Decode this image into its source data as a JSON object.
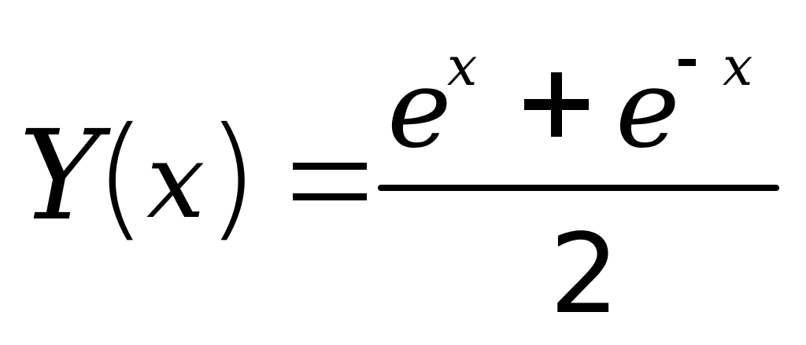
{
  "formula": {
    "lhs": {
      "function": "Y",
      "open_paren": "(",
      "argument": "x",
      "close_paren": ")"
    },
    "relation": "=",
    "numerator": {
      "term1_base": "e",
      "term1_exponent": "x",
      "operator": "+",
      "term2_base": "e",
      "term2_exponent_sign": "-",
      "term2_exponent_var": "x"
    },
    "denominator": "2"
  }
}
